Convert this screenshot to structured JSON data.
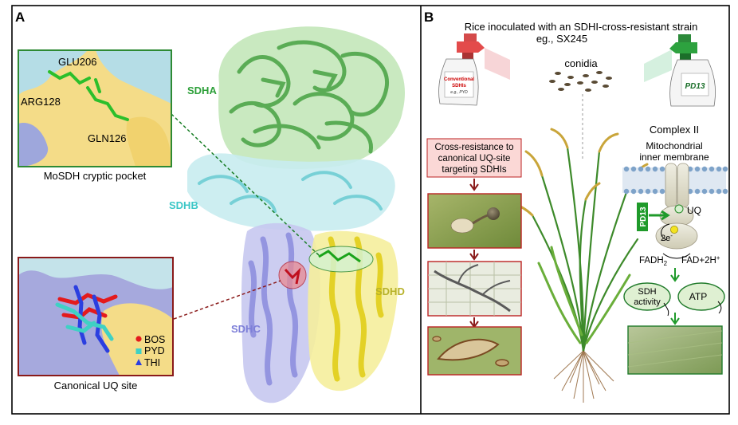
{
  "panel_a": {
    "letter": "A",
    "inset_top": {
      "residues": [
        "GLU206",
        "ARG128",
        "GLN126"
      ],
      "caption": "MoSDH cryptic pocket"
    },
    "inset_bottom": {
      "legend": [
        {
          "label": "BOS",
          "color": "#e41a1c",
          "marker": "circle"
        },
        {
          "label": "PYD",
          "color": "#3fd1c4",
          "marker": "square"
        },
        {
          "label": "THI",
          "color": "#2b3fe0",
          "marker": "triangle"
        }
      ],
      "caption": "Canonical UQ site"
    },
    "subunits": [
      {
        "label": "SDHA",
        "color": "#2ea03a"
      },
      {
        "label": "SDHB",
        "color": "#3cc7c7"
      },
      {
        "label": "SDHC",
        "color": "#7d7fd8"
      },
      {
        "label": "SDHD",
        "color": "#b7b22a"
      }
    ]
  },
  "panel_b": {
    "letter": "B",
    "title_line1": "Rice inoculated with an SDHI-cross-resistant strain",
    "title_line2": "eg., SX245",
    "conidia_label": "conidia",
    "sprayer_left": {
      "line1": "Conventional",
      "line2": "SDHIs",
      "line3": "e.g., PYD"
    },
    "sprayer_right": {
      "label": "PD13"
    },
    "cross_resistance": [
      "Cross-resistance to",
      "canonical UQ-site",
      "targeting SDHIs"
    ],
    "complex": {
      "title": "Complex II",
      "membrane_line1": "Mitochondrial",
      "membrane_line2": "inner membrane",
      "inhibitor": "PD13",
      "uq": "UQ",
      "electrons": "2e",
      "electrons_sup": "-",
      "fadh": "FADH",
      "fadh_sub": "2",
      "fad": "FAD+2H",
      "fad_sup": "+"
    },
    "sdh_activity": [
      "SDH",
      "activity"
    ],
    "atp": "ATP"
  }
}
